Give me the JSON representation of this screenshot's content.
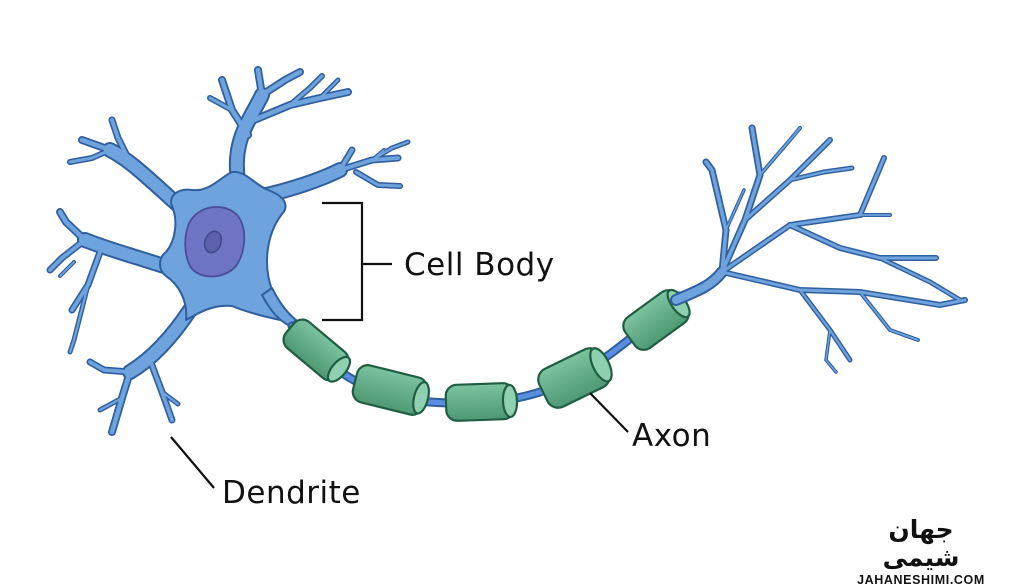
{
  "labels": {
    "cell_body": "Cell Body",
    "axon": "Axon",
    "dendrite": "Dendrite"
  },
  "watermark": {
    "title_fa": "جهان شیمی",
    "url": "JAHANESHIMI.COM"
  },
  "colors": {
    "neuron_fill": "#6fa3dd",
    "neuron_stroke": "#2f5f9e",
    "nucleus_fill": "#6f74c4",
    "nucleus_stroke": "#4a4f9a",
    "myelin_fill": "#5fab86",
    "myelin_stroke": "#1f5e42",
    "axon_core": "#5b8de0",
    "leader_line": "#111111",
    "logo_accent": "#f5a300"
  }
}
